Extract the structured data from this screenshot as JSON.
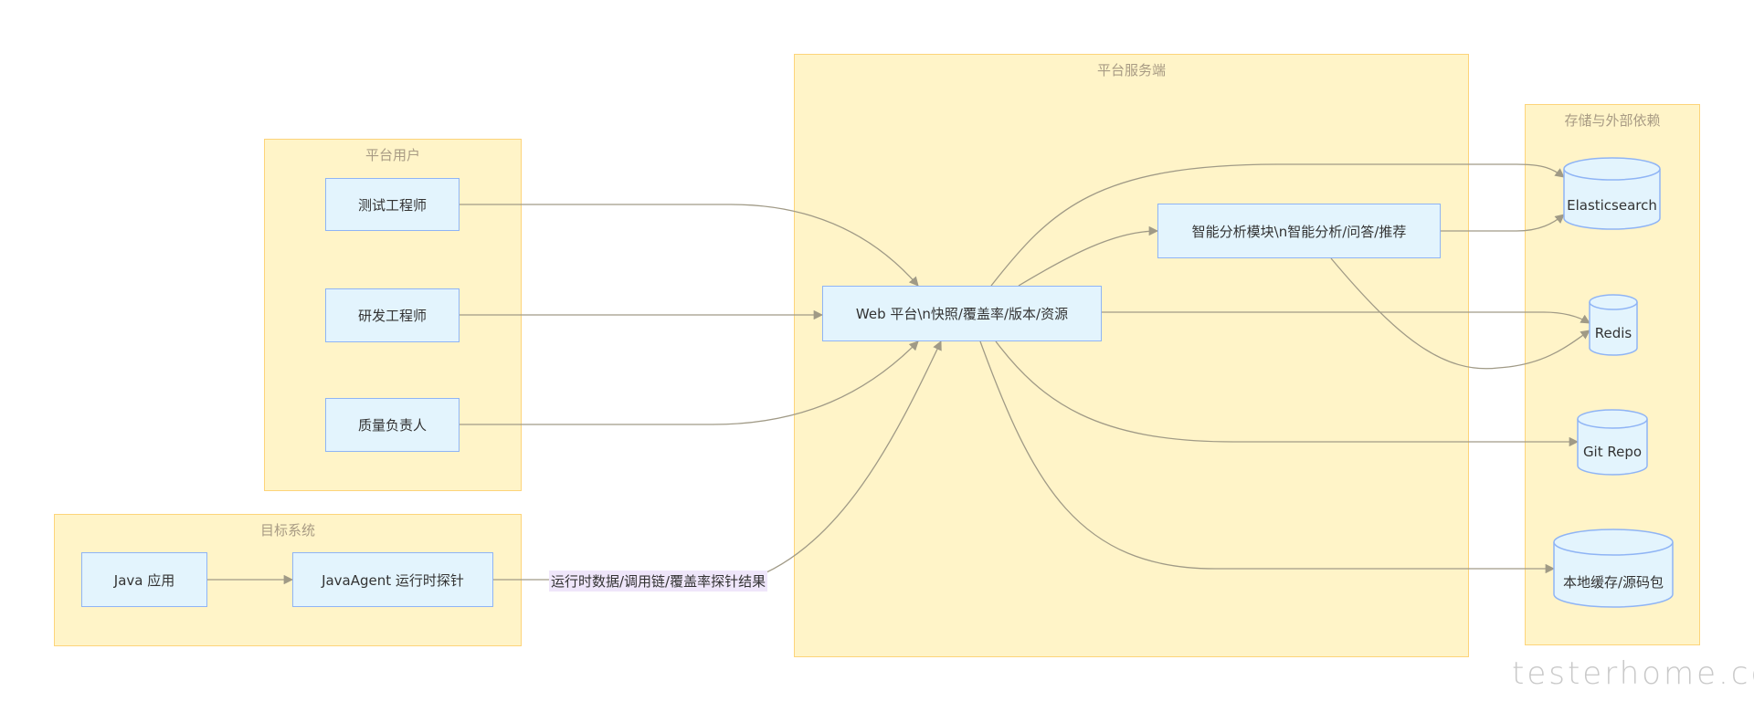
{
  "groups": {
    "users": "平台用户",
    "target": "目标系统",
    "server": "平台服务端",
    "storage": "存储与外部依赖"
  },
  "nodes": {
    "tester": "测试工程师",
    "developer": "研发工程师",
    "quality_lead": "质量负责人",
    "java_app": "Java 应用",
    "java_agent": "JavaAgent 运行时探针",
    "web": "Web 平台\\n快照/覆盖率/版本/资源",
    "ai": "智能分析模块\\n智能分析/问答/推荐",
    "es": "Elasticsearch",
    "redis": "Redis",
    "git": "Git Repo",
    "cache": "本地缓存/源码包"
  },
  "edges": [
    {
      "from": "tester",
      "to": "web"
    },
    {
      "from": "developer",
      "to": "web"
    },
    {
      "from": "quality_lead",
      "to": "web"
    },
    {
      "from": "java_app",
      "to": "java_agent"
    },
    {
      "from": "java_agent",
      "to": "web",
      "label": "运行时数据/调用链/覆盖率探针结果"
    },
    {
      "from": "web",
      "to": "es"
    },
    {
      "from": "web",
      "to": "ai"
    },
    {
      "from": "ai",
      "to": "es"
    },
    {
      "from": "web",
      "to": "redis"
    },
    {
      "from": "ai",
      "to": "redis"
    },
    {
      "from": "web",
      "to": "git"
    },
    {
      "from": "web",
      "to": "cache"
    }
  ],
  "watermark": "testerhome.com",
  "colors": {
    "cluster_fill": "#fff4c8",
    "cluster_border": "#fdd47a",
    "node_fill": "#e3f4fd",
    "node_border": "#8fb4f5",
    "edge": "#a09a86",
    "edge_label_bg": "#efe6fa"
  }
}
